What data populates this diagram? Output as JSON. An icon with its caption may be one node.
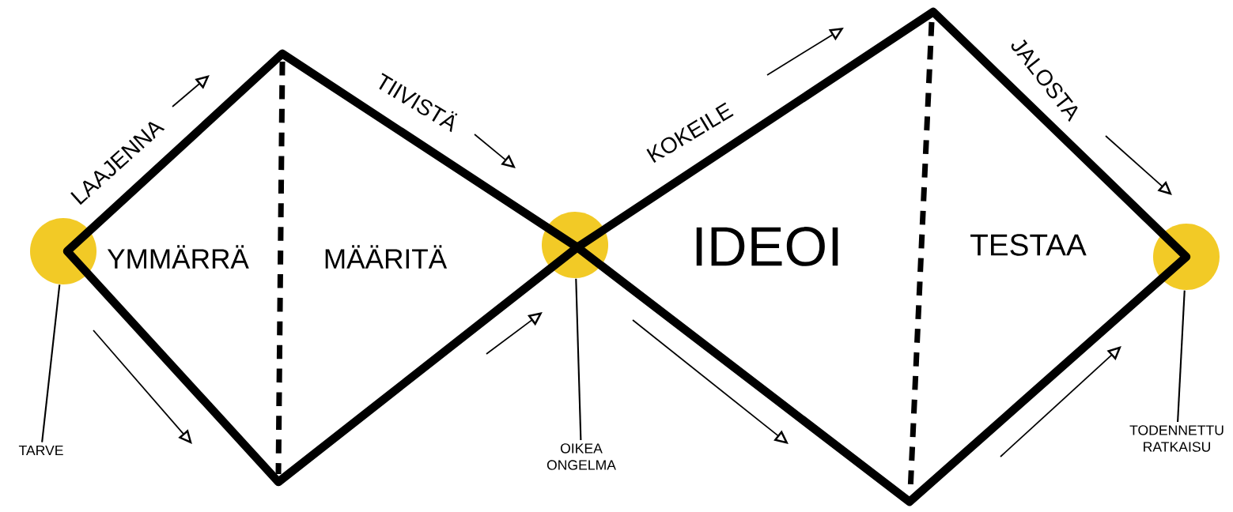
{
  "diagram": {
    "nodes": [
      {
        "text": [
          "YMMÄRRÄ"
        ]
      },
      {
        "text": [
          "MÄÄRITÄ"
        ]
      },
      {
        "text": [
          "IDEOI"
        ]
      },
      {
        "text": [
          "TESTAA"
        ]
      },
      {
        "text": [],
        "shape": "circle"
      },
      {
        "text": [],
        "shape": "circle"
      },
      {
        "text": [],
        "shape": "circle"
      },
      {
        "text": [
          "TARVE"
        ]
      },
      {
        "text": [
          "OIKEA ONGELMA"
        ]
      },
      {
        "text": [
          "TODENNETTU RATKAISU"
        ]
      }
    ],
    "edges": [
      {
        "from": 7,
        "to": 4,
        "arrow": "none"
      },
      {
        "from": 8,
        "to": 5,
        "arrow": "none"
      },
      {
        "from": 9,
        "to": 6,
        "arrow": "none"
      }
    ],
    "labels": [
      "LAAJENNA",
      "TIIVISTÄ",
      "KOKEILE",
      "JALOSTA"
    ]
  }
}
